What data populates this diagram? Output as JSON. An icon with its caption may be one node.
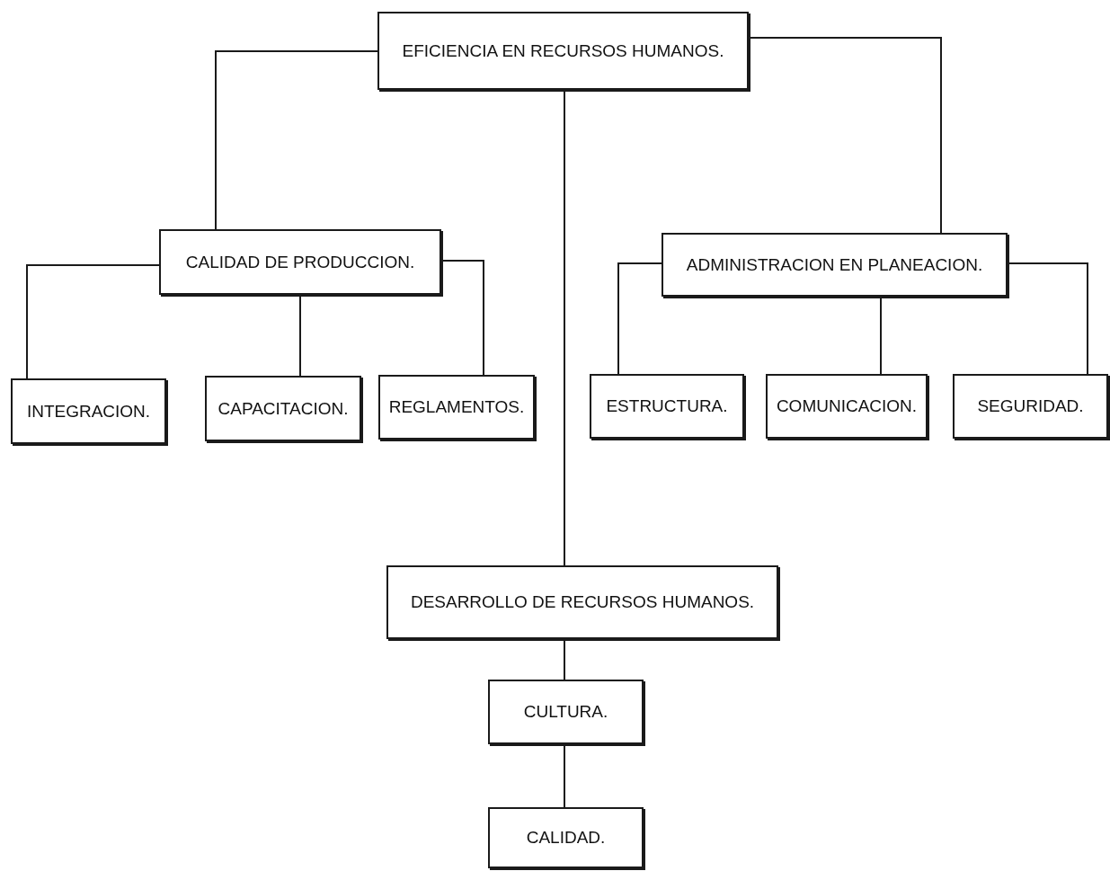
{
  "diagram": {
    "nodes": [
      {
        "text": [
          "EFICIENCIA EN RECURSOS HUMANOS."
        ]
      },
      {
        "text": [
          "CALIDAD DE PRODUCCION."
        ]
      },
      {
        "text": [
          "ADMINISTRACION EN PLANEACION."
        ]
      },
      {
        "text": [
          "INTEGRACION."
        ]
      },
      {
        "text": [
          "CAPACITACION."
        ]
      },
      {
        "text": [
          "REGLAMENTOS."
        ]
      },
      {
        "text": [
          "ESTRUCTURA."
        ]
      },
      {
        "text": [
          "COMUNICACION."
        ]
      },
      {
        "text": [
          "SEGURIDAD."
        ]
      },
      {
        "text": [
          "DESARROLLO DE RECURSOS HUMANOS."
        ]
      },
      {
        "text": [
          "CULTURA."
        ]
      },
      {
        "text": [
          "CALIDAD."
        ]
      }
    ],
    "edges": [
      {
        "from": 0,
        "to": 1,
        "arrow": "none"
      },
      {
        "from": 0,
        "to": 2,
        "arrow": "none"
      },
      {
        "from": 0,
        "to": 9,
        "arrow": "none"
      },
      {
        "from": 1,
        "to": 3,
        "arrow": "none"
      },
      {
        "from": 1,
        "to": 4,
        "arrow": "none"
      },
      {
        "from": 1,
        "to": 5,
        "arrow": "none"
      },
      {
        "from": 2,
        "to": 6,
        "arrow": "none"
      },
      {
        "from": 2,
        "to": 7,
        "arrow": "none"
      },
      {
        "from": 2,
        "to": 8,
        "arrow": "none"
      },
      {
        "from": 9,
        "to": 10,
        "arrow": "none"
      },
      {
        "from": 10,
        "to": 11,
        "arrow": "none"
      }
    ]
  }
}
